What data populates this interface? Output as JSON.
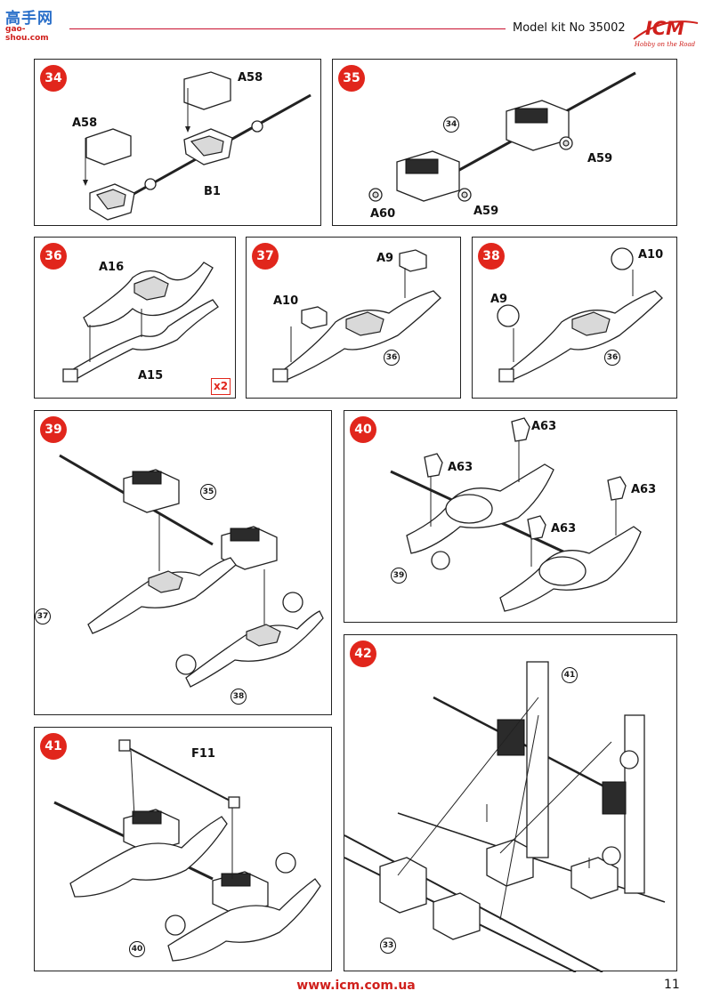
{
  "watermark": {
    "title": "高手网",
    "sub": "gao-shou.com"
  },
  "header": {
    "title": "Model kit No 35002"
  },
  "logo": {
    "text": "ICM",
    "tagline": "Hobby on the Road"
  },
  "panels": {
    "p34": {
      "step": "34",
      "labels": {
        "a58_top": "A58",
        "a58_left": "A58",
        "b1": "B1"
      }
    },
    "p35": {
      "step": "35",
      "labels": {
        "a59_right": "A59",
        "a60": "A60",
        "a59_bottom": "A59"
      },
      "refs": {
        "r34": "34"
      }
    },
    "p36": {
      "step": "36",
      "labels": {
        "a16": "A16",
        "a15": "A15"
      },
      "quantity": "x2"
    },
    "p37": {
      "step": "37",
      "labels": {
        "a9": "A9",
        "a10": "A10"
      },
      "refs": {
        "r36": "36"
      }
    },
    "p38": {
      "step": "38",
      "labels": {
        "a10": "A10",
        "a9": "A9"
      },
      "refs": {
        "r36": "36"
      }
    },
    "p39": {
      "step": "39",
      "refs": {
        "r35": "35",
        "r37": "37",
        "r38": "38"
      }
    },
    "p40": {
      "step": "40",
      "labels": {
        "a63_top": "A63",
        "a63_left": "A63",
        "a63_right": "A63",
        "a63_mid": "A63"
      },
      "refs": {
        "r39": "39"
      }
    },
    "p41": {
      "step": "41",
      "labels": {
        "f11": "F11"
      },
      "refs": {
        "r40": "40"
      }
    },
    "p42": {
      "step": "42",
      "refs": {
        "r41": "41",
        "r33": "33"
      }
    }
  },
  "footer": {
    "url": "www.icm.com.ua",
    "page": "11"
  }
}
